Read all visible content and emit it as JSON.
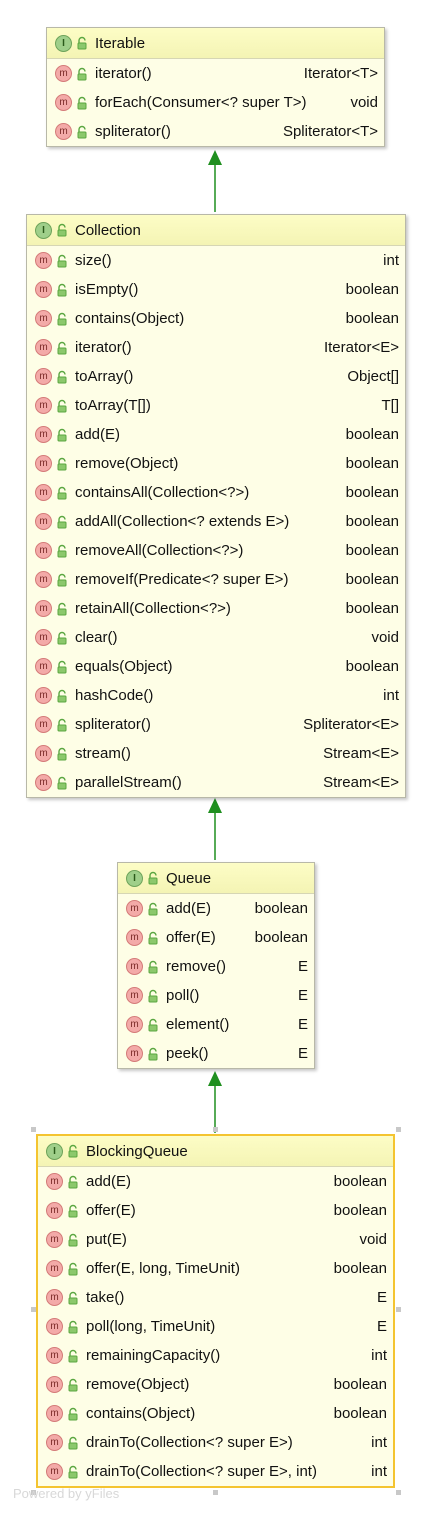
{
  "diagram": {
    "nodes": [
      {
        "id": "iterable",
        "title": "Iterable",
        "methods": [
          {
            "name": "iterator()",
            "type": "Iterator<T>"
          },
          {
            "name": "forEach(Consumer<? super T>)",
            "type": "void"
          },
          {
            "name": "spliterator()",
            "type": "Spliterator<T>"
          }
        ]
      },
      {
        "id": "collection",
        "title": "Collection",
        "methods": [
          {
            "name": "size()",
            "type": "int"
          },
          {
            "name": "isEmpty()",
            "type": "boolean"
          },
          {
            "name": "contains(Object)",
            "type": "boolean"
          },
          {
            "name": "iterator()",
            "type": "Iterator<E>"
          },
          {
            "name": "toArray()",
            "type": "Object[]"
          },
          {
            "name": "toArray(T[])",
            "type": "T[]"
          },
          {
            "name": "add(E)",
            "type": "boolean"
          },
          {
            "name": "remove(Object)",
            "type": "boolean"
          },
          {
            "name": "containsAll(Collection<?>)",
            "type": "boolean"
          },
          {
            "name": "addAll(Collection<? extends E>)",
            "type": "boolean"
          },
          {
            "name": "removeAll(Collection<?>)",
            "type": "boolean"
          },
          {
            "name": "removeIf(Predicate<? super E>)",
            "type": "boolean"
          },
          {
            "name": "retainAll(Collection<?>)",
            "type": "boolean"
          },
          {
            "name": "clear()",
            "type": "void"
          },
          {
            "name": "equals(Object)",
            "type": "boolean"
          },
          {
            "name": "hashCode()",
            "type": "int"
          },
          {
            "name": "spliterator()",
            "type": "Spliterator<E>"
          },
          {
            "name": "stream()",
            "type": "Stream<E>"
          },
          {
            "name": "parallelStream()",
            "type": "Stream<E>"
          }
        ]
      },
      {
        "id": "queue",
        "title": "Queue",
        "methods": [
          {
            "name": "add(E)",
            "type": "boolean"
          },
          {
            "name": "offer(E)",
            "type": "boolean"
          },
          {
            "name": "remove()",
            "type": "E"
          },
          {
            "name": "poll()",
            "type": "E"
          },
          {
            "name": "element()",
            "type": "E"
          },
          {
            "name": "peek()",
            "type": "E"
          }
        ]
      },
      {
        "id": "blockingqueue",
        "title": "BlockingQueue",
        "selected": true,
        "methods": [
          {
            "name": "add(E)",
            "type": "boolean"
          },
          {
            "name": "offer(E)",
            "type": "boolean"
          },
          {
            "name": "put(E)",
            "type": "void"
          },
          {
            "name": "offer(E, long, TimeUnit)",
            "type": "boolean"
          },
          {
            "name": "take()",
            "type": "E"
          },
          {
            "name": "poll(long, TimeUnit)",
            "type": "E"
          },
          {
            "name": "remainingCapacity()",
            "type": "int"
          },
          {
            "name": "remove(Object)",
            "type": "boolean"
          },
          {
            "name": "contains(Object)",
            "type": "boolean"
          },
          {
            "name": "drainTo(Collection<? super E>)",
            "type": "int"
          },
          {
            "name": "drainTo(Collection<? super E>, int)",
            "type": "int"
          }
        ]
      }
    ],
    "edges": [
      {
        "from": "collection",
        "to": "iterable",
        "kind": "extends"
      },
      {
        "from": "queue",
        "to": "collection",
        "kind": "extends"
      },
      {
        "from": "blockingqueue",
        "to": "queue",
        "kind": "extends"
      }
    ],
    "interface_badge": "I",
    "method_badge": "m",
    "icons": {
      "interface": "interface-icon",
      "method": "method-icon",
      "visibility": "public-lock-icon"
    },
    "colors": {
      "node_fill": "#fefee6",
      "header_fill": "#f8f8bc",
      "edge": "#1f8f1f",
      "selection": "#f4c430"
    }
  },
  "watermark": "Powered by yFiles"
}
